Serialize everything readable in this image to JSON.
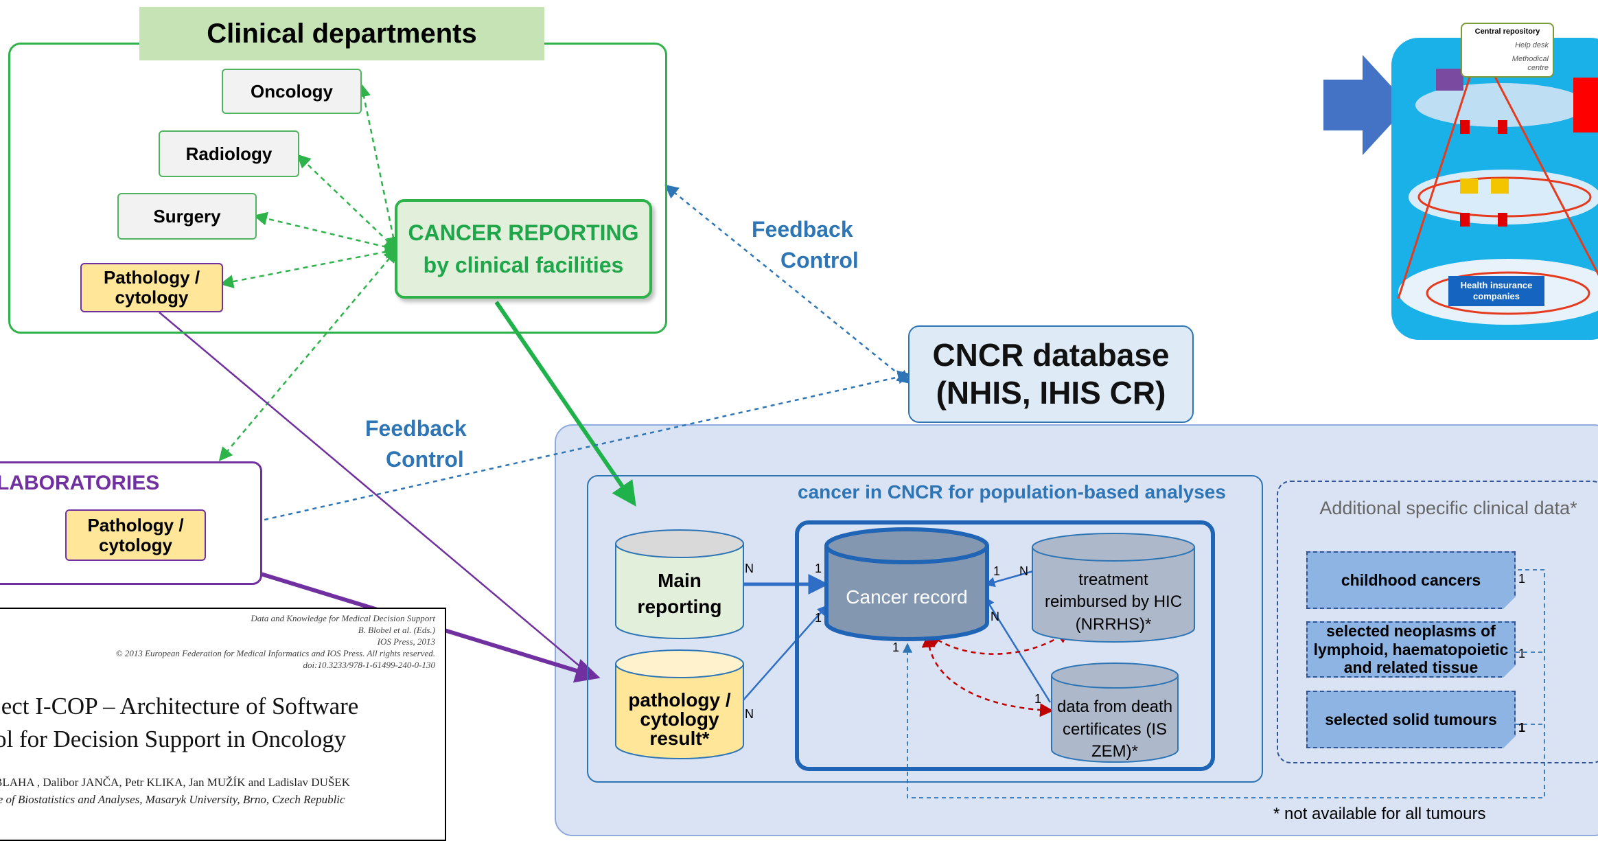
{
  "clinical": {
    "title": "Clinical departments",
    "departments": [
      "Oncology",
      "Radiology",
      "Surgery"
    ],
    "pathology": "Pathology / cytology",
    "reporting_line1": "CANCER REPORTING",
    "reporting_line2": "by clinical facilities"
  },
  "feedback": {
    "line1": "Feedback",
    "line2": "Control"
  },
  "laboratories": {
    "title": "LABORATORIES",
    "pathology": "Pathology / cytology"
  },
  "paper": {
    "header_line1": "Data and Knowledge for Medical Decision Support",
    "header_line2": "B. Blobel et al. (Eds.)",
    "header_line3": "IOS Press, 2013",
    "header_line4": "© 2013 European Federation for Medical Informatics and IOS Press. All rights reserved.",
    "header_line5": "doi:10.3233/978-1-61499-240-0-130",
    "title_line1": "ject I-COP – Architecture of Software",
    "title_line2": "ol for Decision Support in Oncology",
    "authors": "BLAHA , Dalibor JANČA, Petr KLIKA, Jan MUŽÍK and Ladislav DUŠEK",
    "affiliation": "te of Biostatistics and Analyses, Masaryk University, Brno, Czech Republic"
  },
  "cncr": {
    "line1": "CNCR database",
    "line2": "(NHIS, IHIS CR)"
  },
  "population": {
    "title": "cancer in CNCR for population-based analyses",
    "main_reporting": "Main reporting",
    "pathology_result": "pathology / cytology result*",
    "cancer_record": "Cancer record",
    "treatment": "treatment reimbursed by HIC (NRRHS)*",
    "death": "data from death certificates (IS ZEM)*",
    "multiplicity": {
      "n": "N",
      "one": "1"
    }
  },
  "additional": {
    "title": "Additional specific clinical data*",
    "items": [
      "childhood cancers",
      "selected neoplasms of lymphoid, haematopoietic and related tissue",
      "selected solid tumours"
    ]
  },
  "footnote": "* not available for all tumours",
  "thumbnail": {
    "repository": "Central repository",
    "help_desk": "Help desk",
    "methodical": "Methodical centre",
    "insurance": "Health insurance companies"
  },
  "colors": {
    "green": "#2db34a",
    "purple": "#7030a0",
    "blue": "#2e75b6",
    "dark_blue": "#1f64b5",
    "red_dashed": "#c00000",
    "panel": "#dae3f3"
  }
}
